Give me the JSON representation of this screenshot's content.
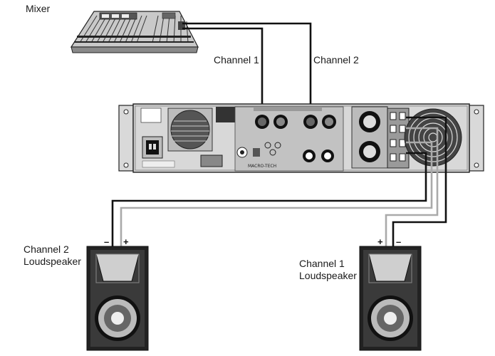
{
  "labels": {
    "mixer": "Mixer",
    "channel1": "Channel 1",
    "channel2": "Channel 2",
    "ch2_speaker_line1": "Channel 2",
    "ch2_speaker_line2": "Loudspeaker",
    "ch1_speaker_line1": "Channel 1",
    "ch1_speaker_line2": "Loudspeaker"
  },
  "polarity": {
    "left_minus": "–",
    "left_plus": "+",
    "right_plus": "+",
    "right_minus": "–"
  },
  "amp": {
    "brand": "MACRO-TECH"
  },
  "colors": {
    "cable_black": "#111111",
    "cable_grey": "#a8a8a8",
    "panel": "#d6d6d6",
    "panel_dark": "#3a3a3a"
  }
}
